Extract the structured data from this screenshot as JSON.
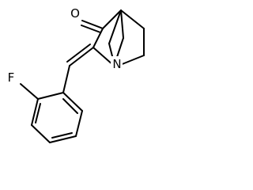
{
  "molecule": {
    "atoms": {
      "oxygen": "O",
      "nitrogen": "N",
      "fluorine": "F"
    },
    "colors": {
      "bond": "#000000",
      "background": "#ffffff"
    }
  }
}
